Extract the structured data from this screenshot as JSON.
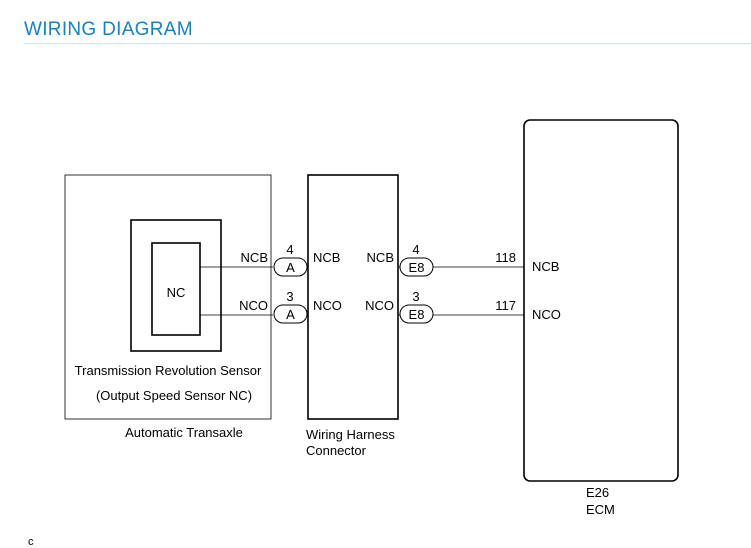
{
  "title": "WIRING DIAGRAM",
  "sensor": {
    "inner_label": "NC",
    "name": "Transmission Revolution Sensor",
    "subname": "(Output Speed Sensor NC)",
    "housing": "Automatic Transaxle"
  },
  "harness": {
    "line1": "Wiring Harness",
    "line2": "Connector"
  },
  "ecm": {
    "code": "E26",
    "name": "ECM"
  },
  "wires": [
    {
      "left_signal": "NCB",
      "conn_a_pin": "4",
      "conn_a": "A",
      "harness_in": "NCB",
      "harness_out": "NCB",
      "conn_e_pin": "4",
      "conn_e": "E8",
      "ecm_pin": "118",
      "ecm_signal": "NCB"
    },
    {
      "left_signal": "NCO",
      "conn_a_pin": "3",
      "conn_a": "A",
      "harness_in": "NCO",
      "harness_out": "NCO",
      "conn_e_pin": "3",
      "conn_e": "E8",
      "ecm_pin": "117",
      "ecm_signal": "NCO"
    }
  ],
  "footer_mark": "c"
}
